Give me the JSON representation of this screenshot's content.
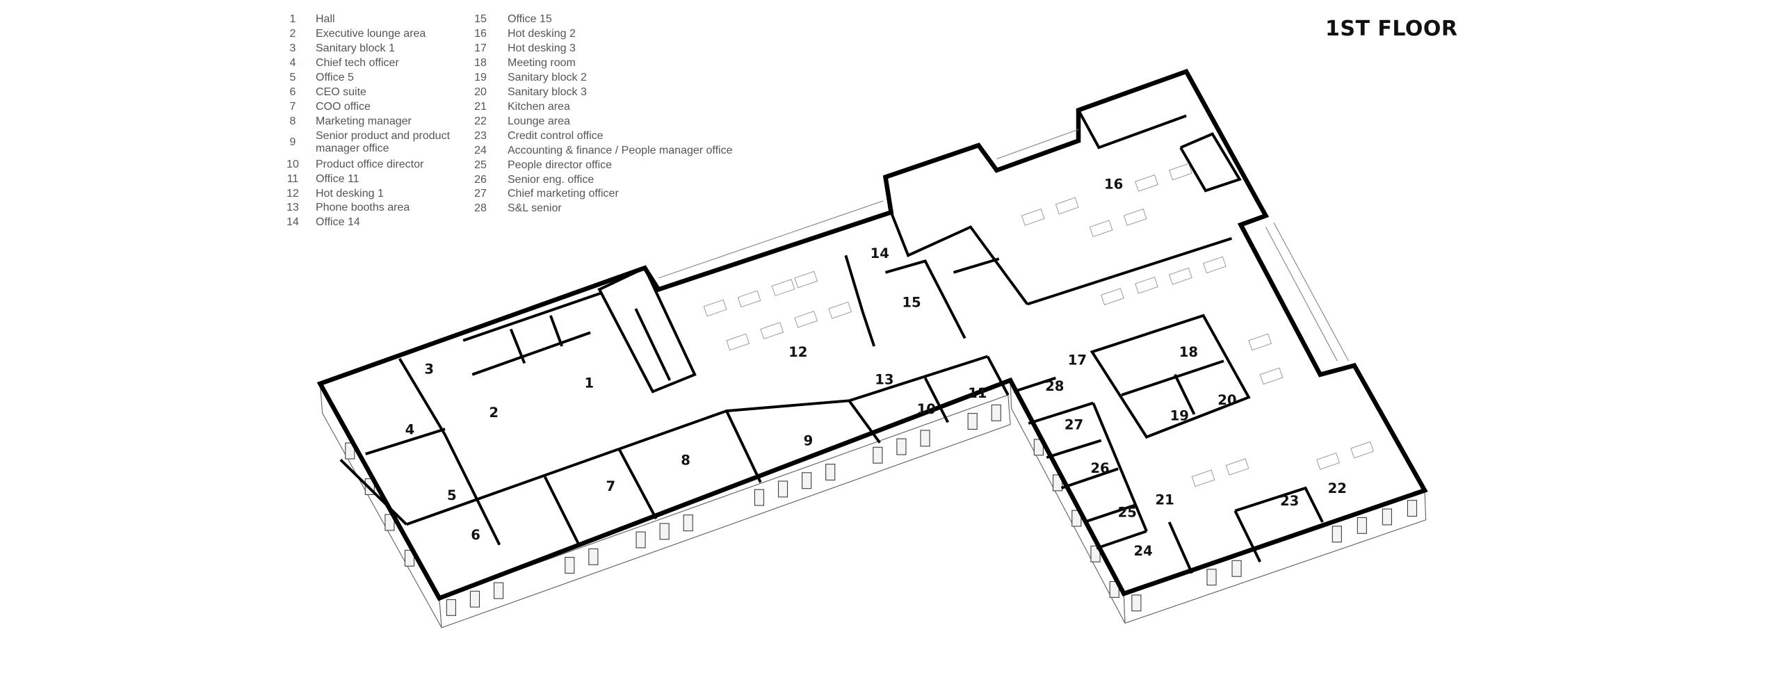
{
  "title": "1ST FLOOR",
  "legend": [
    {
      "number": "1",
      "label": "Hall"
    },
    {
      "number": "2",
      "label": "Executive lounge area"
    },
    {
      "number": "3",
      "label": "Sanitary block 1"
    },
    {
      "number": "4",
      "label": "Chief tech officer"
    },
    {
      "number": "5",
      "label": "Office 5"
    },
    {
      "number": "6",
      "label": "CEO suite"
    },
    {
      "number": "7",
      "label": "COO office"
    },
    {
      "number": "8",
      "label": "Marketing manager"
    },
    {
      "number": "9",
      "label": "Senior product and product",
      "label2": "manager office"
    },
    {
      "number": "10",
      "label": "Product office director"
    },
    {
      "number": "11",
      "label": "Office 11"
    },
    {
      "number": "12",
      "label": "Hot desking 1"
    },
    {
      "number": "13",
      "label": "Phone booths area"
    },
    {
      "number": "14",
      "label": "Office 14"
    },
    {
      "number": "15",
      "label": "Office 15"
    },
    {
      "number": "16",
      "label": "Hot desking 2"
    },
    {
      "number": "17",
      "label": "Hot desking 3"
    },
    {
      "number": "18",
      "label": "Meeting room"
    },
    {
      "number": "19",
      "label": "Sanitary block 2"
    },
    {
      "number": "20",
      "label": "Sanitary block 3"
    },
    {
      "number": "21",
      "label": "Kitchen area"
    },
    {
      "number": "22",
      "label": "Lounge area"
    },
    {
      "number": "23",
      "label": "Credit control office"
    },
    {
      "number": "24",
      "label": "Accounting & finance / People manager office"
    },
    {
      "number": "25",
      "label": "People director office"
    },
    {
      "number": "26",
      "label": "Senior eng. office"
    },
    {
      "number": "27",
      "label": "Chief marketing officer"
    },
    {
      "number": "28",
      "label": "S&L senior"
    }
  ]
}
